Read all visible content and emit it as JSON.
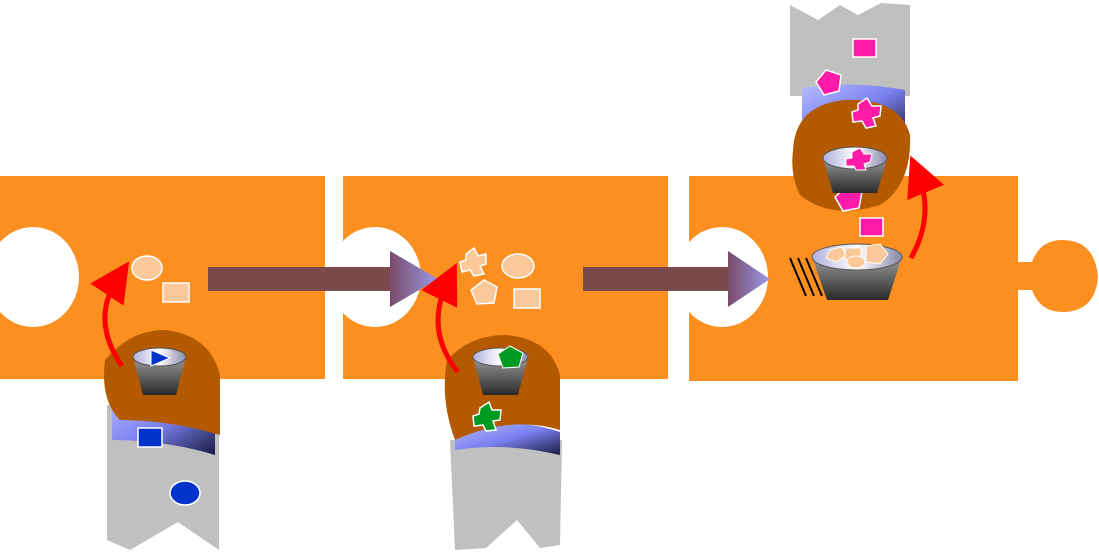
{
  "colors": {
    "background": "#ffffff",
    "puzzle_orange": "#fb8f20",
    "hole_white": "#ffffff",
    "arrow_dark": "#7b4a4a",
    "arrow_head": "#8a8ad8",
    "curve_arrow": "#ff0000",
    "brown_patch": "#b35a00",
    "grey_block": "#c0c0c0",
    "blue_gradient_light": "#9aa0ff",
    "blue_gradient_dark": "#202050",
    "peach_shape": "#fbc89a",
    "blue_shape": "#0033cc",
    "green_shape": "#009922",
    "magenta_shape": "#ff1aa8",
    "bucket_dark": "#3a3a3a",
    "bucket_light": "#c8c8ff"
  },
  "diagram": {
    "puzzle_pieces": [
      {
        "name": "piece-1",
        "has_left_hole": true,
        "has_right_knob": false
      },
      {
        "name": "piece-2",
        "has_left_hole": true,
        "has_right_knob": false
      },
      {
        "name": "piece-3",
        "has_left_hole": true,
        "has_right_knob": true
      }
    ],
    "flow_arrows": 2,
    "icons": [
      "bucket-icon",
      "square-icon",
      "circle-icon",
      "pentagon-icon",
      "cross-icon",
      "triangle-icon"
    ]
  }
}
